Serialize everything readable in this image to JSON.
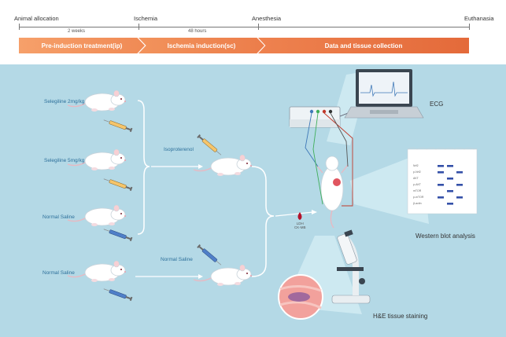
{
  "timeline": {
    "events": [
      "Animal allocation",
      "Ischemia",
      "Anesthesia",
      "Euthanasia"
    ],
    "durations": [
      "2 weeks",
      "48 hours"
    ],
    "phases": [
      "Pre-induction treatment(ip)",
      "Ischemia induction(sc)",
      "Data and tissue collection"
    ]
  },
  "groups": [
    "Selegiline 2mg/kg",
    "Selegiline 5mg/kg",
    "Normal Saline",
    "Normal Saline"
  ],
  "injections": {
    "isoproterenol": "Isoproterenol",
    "saline": "Normal Saline"
  },
  "markers": [
    "LDH",
    "CK-MB"
  ],
  "analyses": {
    "ecg": "ECG",
    "western": "Western blot analysis",
    "he": "H&E tissue staining"
  },
  "western_blot_labels": [
    "Nrf2",
    "p-Nrf2",
    "AKT",
    "p-AKT",
    "mTOR",
    "p-mTOR",
    "β-actin"
  ],
  "colors": {
    "phase_orange": "#f08a55",
    "background": "#b4d9e6",
    "label_blue": "#2c6f9a"
  }
}
